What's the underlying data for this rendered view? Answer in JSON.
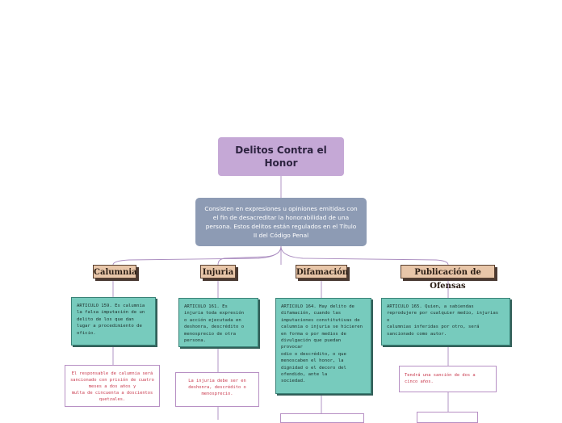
{
  "root": {
    "title": "Delitos Contra el Honor"
  },
  "description": "Consisten en expresiones u opiniones emitidas con el fin de desacreditar la honorabilidad de una persona. Estos delitos están regulados en el Título II del Código Penal",
  "branches": [
    {
      "label": "Calumnia",
      "article": "ARTICULO 159. Es calumnia\nla falsa imputación de un\ndelito de los que dan\nlugar a procedimiento de\noficio.",
      "note": "El responsable de calumnia será\nsancionado con prisión de cuatro\nmeses a dos años y\nmulta de cincuenta a doscientos\nquetzales."
    },
    {
      "label": "Injuria",
      "article": "ARTICULO 161. Es\ninjuria toda expresión\no acción ejecutada en\ndeshonra, descrédito o\nmenosprecio de otra\npersona.",
      "note": "La injuria debe ser en\ndeshonra, descrédito o\nmenosprecio."
    },
    {
      "label": "Difamación",
      "article": " ARTICULO 164. Hay delito de\ndifamación, cuando las\nimputaciones constitutivas de\ncalumnia o injuria se hicieren\nen forma o por medios de\ndivulgación que puedan\nprovocar\nodio o descrédito, o que\nmenoscaben el honor, la\ndignidad o el decoro del\nofendido, ante la\nsociedad.",
      "note": ""
    },
    {
      "label": "Publicación de Ofensas",
      "article": "ARTICULO 165. Quien, a sabiendas\nreprodujere por cualquier medio, injurias\no\ncalumnias inferidas por otro, será\nsancionado como autor.",
      "note": "Tendrá una sanción de  dos a\ncinco años."
    }
  ],
  "colors": {
    "root": "#c5a8d6",
    "description": "#8d9bb4",
    "header": "#e8c6a9",
    "article": "#77cbbd",
    "note_text": "#c93a4e",
    "connector": "#a98bbf"
  }
}
